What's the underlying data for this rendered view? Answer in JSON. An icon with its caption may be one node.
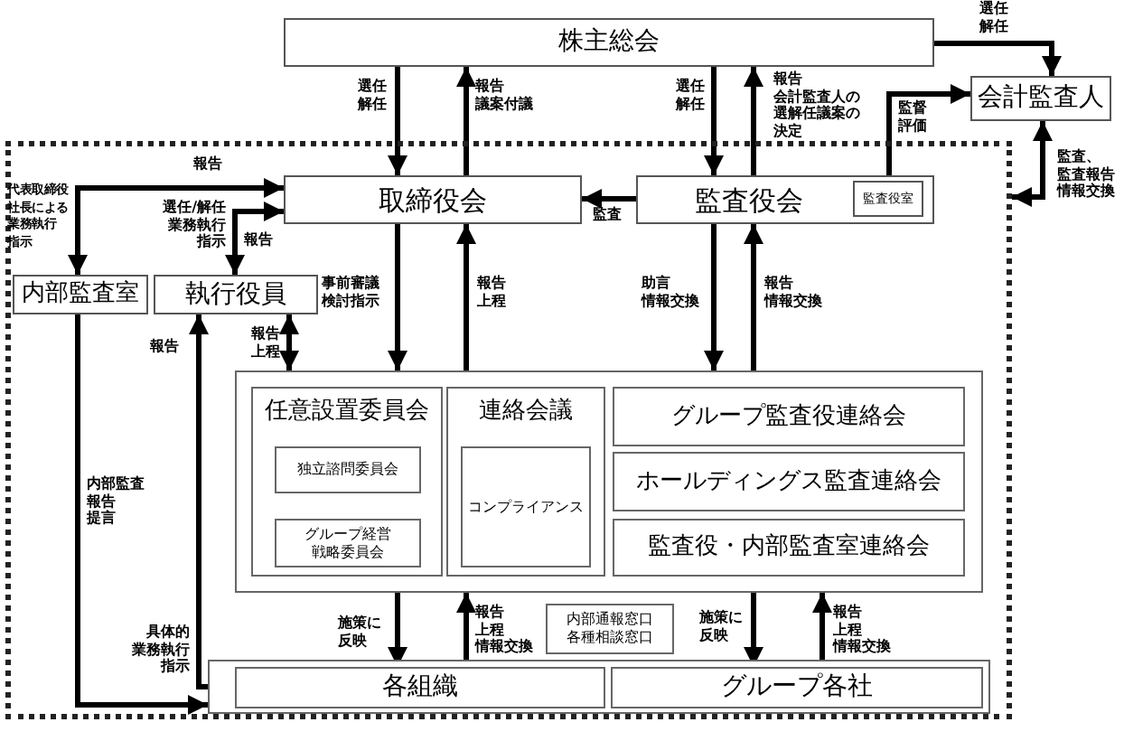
{
  "diagram": {
    "nodes": [
      {
        "text": [
          "株主総会"
        ]
      },
      {
        "text": [
          "会計監査人"
        ]
      },
      {
        "text": [],
        "shape": "box"
      },
      {
        "text": [
          "取締役会"
        ],
        "in": 2
      },
      {
        "text": [
          "監査役会"
        ],
        "in": 2
      },
      {
        "text": [
          "監査役室"
        ],
        "in": 4
      },
      {
        "text": [
          "内部監査室"
        ],
        "in": 2
      },
      {
        "text": [
          "執行役員"
        ],
        "in": 2
      },
      {
        "text": [],
        "shape": "box",
        "in": 2
      },
      {
        "text": [
          "任意設置委員会"
        ],
        "in": 8
      },
      {
        "text": [
          "独立諮問委員会"
        ],
        "in": 9
      },
      {
        "text": [
          "グループ経営戦略委員会"
        ],
        "in": 9
      },
      {
        "text": [
          "連絡会議"
        ],
        "in": 8
      },
      {
        "text": [
          "コンプライアンス"
        ],
        "in": 12
      },
      {
        "text": [
          "グループ監査役連絡会"
        ],
        "in": 8
      },
      {
        "text": [
          "ホールディングス監査連絡会"
        ],
        "in": 8
      },
      {
        "text": [
          "監査役・内部監査室連絡会"
        ],
        "in": 8
      },
      {
        "text": [
          "内部通報窓口各種相談窓口"
        ],
        "in": 2
      },
      {
        "text": [],
        "shape": "box",
        "in": 2
      },
      {
        "text": [
          "各組織"
        ],
        "in": 18
      },
      {
        "text": [
          "グループ各社"
        ],
        "in": 18
      }
    ],
    "edges": [
      {
        "from": 0,
        "to": 3,
        "arrow": "to",
        "label": "選任解任"
      },
      {
        "from": 3,
        "to": 0,
        "arrow": "to",
        "label": "報告議案付議"
      },
      {
        "from": 0,
        "to": 4,
        "arrow": "to",
        "label": "選任解任"
      },
      {
        "from": 4,
        "to": 0,
        "arrow": "to",
        "label": "報告会計監査人の選解任議案の決定"
      },
      {
        "from": 0,
        "to": 1,
        "arrow": "to",
        "label": "選任解任"
      },
      {
        "from": 4,
        "to": 1,
        "arrow": "to",
        "label": "監督評価"
      },
      {
        "from": 1,
        "to": 2,
        "arrow": "both",
        "label": "監査、監査報告情報交換"
      },
      {
        "from": 4,
        "to": 3,
        "arrow": "to",
        "label": "監査"
      },
      {
        "from": 6,
        "to": 3,
        "arrow": "both",
        "label": "報告"
      },
      {
        "from": 3,
        "to": 7,
        "arrow": "both",
        "label": "選任/解任業務執行指示"
      },
      {
        "from": 3,
        "to": 8,
        "arrow": "to",
        "label": "事前審議検討指示"
      },
      {
        "from": 8,
        "to": 3,
        "arrow": "to",
        "label": "報告上程"
      },
      {
        "from": 4,
        "to": 8,
        "arrow": "to",
        "label": "助言情報交換"
      },
      {
        "from": 8,
        "to": 4,
        "arrow": "to",
        "label": "報告情報交換"
      },
      {
        "from": 7,
        "to": 8,
        "arrow": "both",
        "label": "報告上程"
      },
      {
        "from": 6,
        "to": 18,
        "arrow": "to",
        "label": "内部監査報告提言"
      },
      {
        "from": 7,
        "to": 19,
        "arrow": "both",
        "label": "具体的業務執行指示"
      },
      {
        "from": 8,
        "to": 19,
        "arrow": "to",
        "label": "施策に反映"
      },
      {
        "from": 19,
        "to": 8,
        "arrow": "to",
        "label": "報告上程情報交換"
      },
      {
        "from": 8,
        "to": 20,
        "arrow": "to",
        "label": "施策に反映"
      },
      {
        "from": 20,
        "to": 8,
        "arrow": "to",
        "label": "報告上程情報交換"
      }
    ],
    "labels": [
      "代表取締役社長による業務執行指示",
      "報告",
      "報告"
    ]
  }
}
